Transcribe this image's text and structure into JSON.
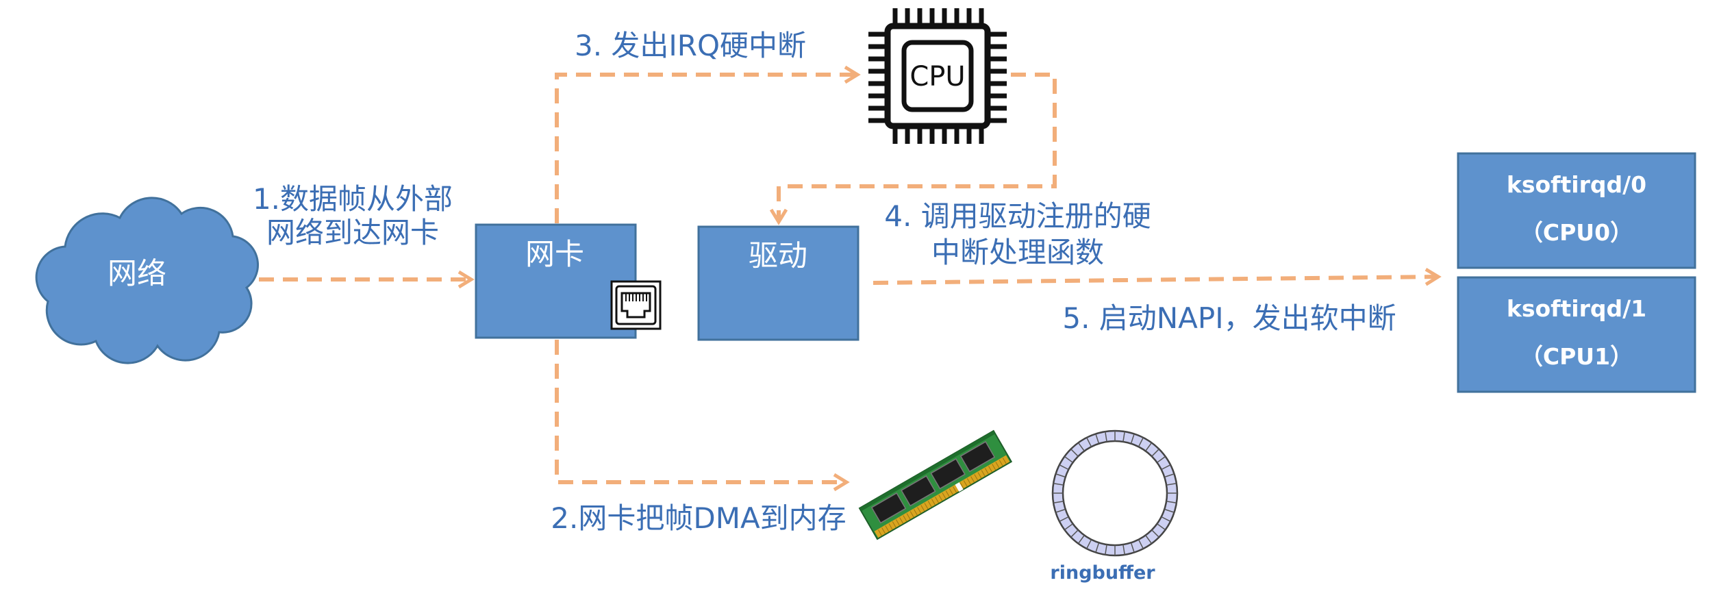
{
  "nodes": {
    "network": {
      "label": "网络"
    },
    "nic": {
      "label": "网卡"
    },
    "driver": {
      "label": "驱动"
    },
    "cpu": {
      "label": "CPU"
    },
    "ksoftirqd0": {
      "line1": "ksoftirqd/0",
      "line2": "（CPU0）"
    },
    "ksoftirqd1": {
      "line1": "ksoftirqd/1",
      "line2": "（CPU1）"
    },
    "ringbuffer": {
      "label": "ringbuffer"
    }
  },
  "steps": [
    {
      "lines": [
        "1.数据帧从外部",
        "网络到达网卡"
      ]
    },
    {
      "lines": [
        "2.网卡把帧DMA到内存"
      ]
    },
    {
      "lines": [
        "3. 发出IRQ硬中断"
      ]
    },
    {
      "lines": [
        "4. 调用驱动注册的硬",
        "中断处理函数"
      ]
    },
    {
      "lines": [
        "5. 启动NAPI，发出软中断"
      ]
    }
  ],
  "icons": {
    "network": "cloud-icon",
    "nic_port": "ethernet-port-icon",
    "cpu": "cpu-chip-icon",
    "memory": "memory-module-icon",
    "ringbuffer": "ring-buffer-icon",
    "arrow": "arrowhead-icon"
  },
  "colors": {
    "node_fill": "#5E92CD",
    "node_border": "#41719C",
    "node_text": "#FFFFFF",
    "label_text": "#3B6EB4",
    "arrow": "#F2AE7A",
    "ring_fill": "#CDD0F2",
    "pcb": "#2F8F3F",
    "contacts": "#D9A520"
  }
}
